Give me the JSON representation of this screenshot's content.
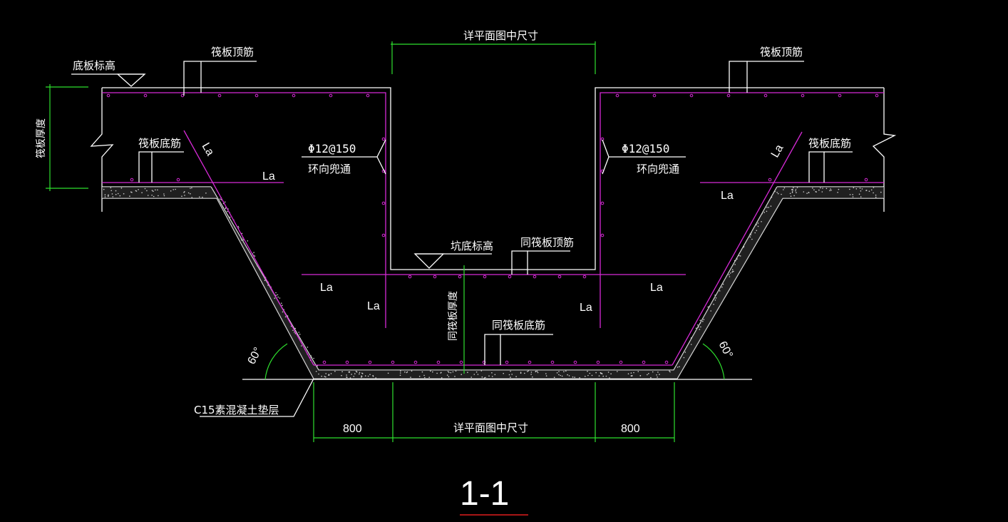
{
  "labels": {
    "raft_top_bar_left": "筏板顶筋",
    "raft_top_bar_right": "筏板顶筋",
    "slab_bottom_elevation": "底板标高",
    "raft_thickness": "筏板厚度",
    "raft_bottom_bar_left": "筏板底筋",
    "raft_bottom_bar_right": "筏板底筋",
    "rebar_spec_left": "Φ12@150",
    "rebar_spec_right": "Φ12@150",
    "ring_through_left": "环向兜通",
    "ring_through_right": "环向兜通",
    "pit_bottom_elevation": "坑底标高",
    "same_raft_top_bar": "同筏板顶筋",
    "same_raft_bottom_bar": "同筏板底筋",
    "same_raft_thickness": "同筏板厚度",
    "see_plan_dim_top": "详平面图中尺寸",
    "see_plan_dim_bottom": "详平面图中尺寸",
    "cushion_layer": "C15素混凝土垫层",
    "section_title": "1-1"
  },
  "anchorage": {
    "la_slope_left": "La",
    "la_top_left": "La",
    "la_slope_right": "La",
    "la_top_right": "La",
    "la_mid_left": "La",
    "la_wall_left": "La",
    "la_wall_right": "La",
    "la_mid_right": "La"
  },
  "dimensions": {
    "left_offset": "800",
    "right_offset": "800",
    "angle_left": "60°",
    "angle_right": "60°"
  },
  "colors": {
    "background": "#000000",
    "outline": "#ffffff",
    "rebar": "#d62ad6",
    "dimension": "#2ee02e",
    "title_underline": "#e01e1e"
  }
}
